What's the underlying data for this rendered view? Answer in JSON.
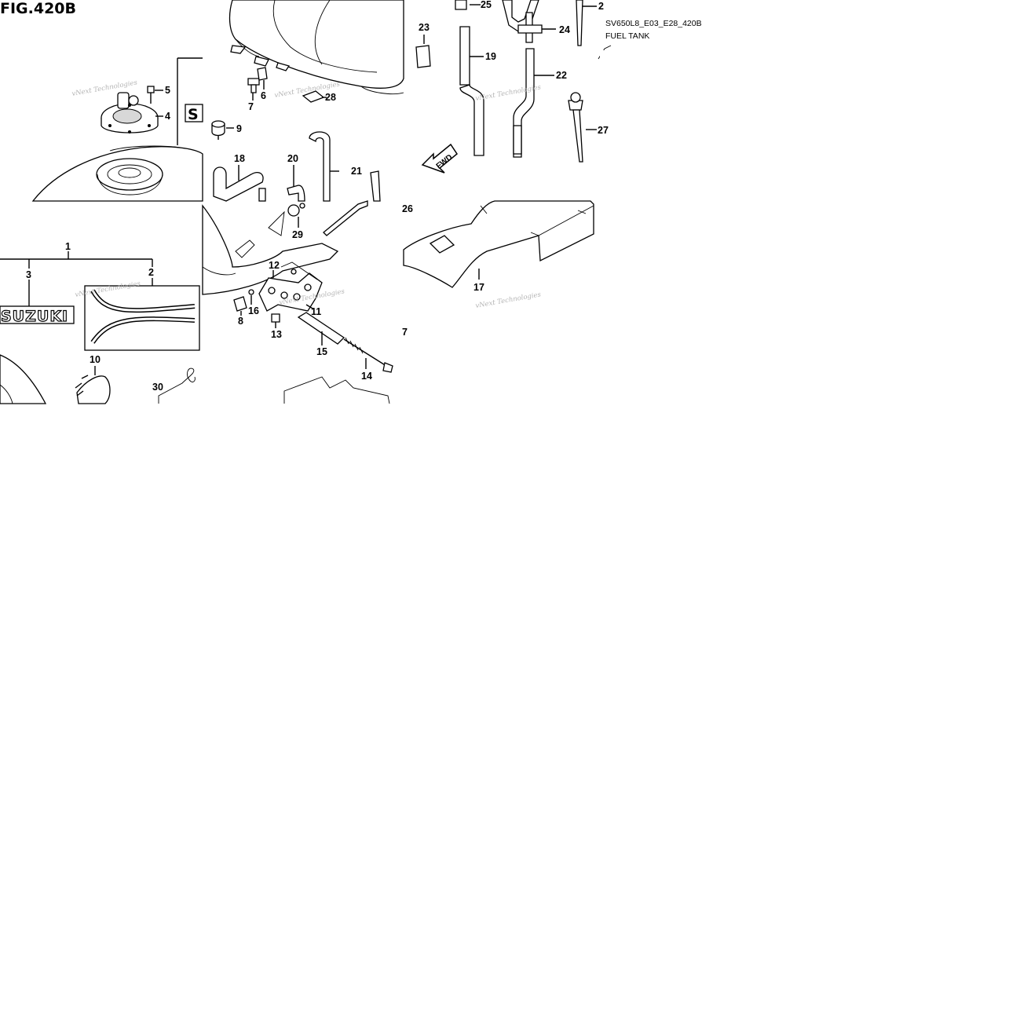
{
  "figure": {
    "title": "FIG.420B",
    "code": "SV650L8_E03_E28_420B",
    "name": "FUEL TANK",
    "direction_arrow": "FWD",
    "emblem_text": "SUZUKI",
    "watermark": "vNext Technologies"
  },
  "callouts": {
    "c1": "1",
    "c2": "2",
    "c3": "3",
    "c4": "4",
    "c5": "5",
    "c6": "6",
    "c7": "7",
    "c7b": "7",
    "c8": "8",
    "c9": "9",
    "c10": "10",
    "c11": "11",
    "c12": "12",
    "c13": "13",
    "c14": "14",
    "c15": "15",
    "c16": "16",
    "c17": "17",
    "c18": "18",
    "c19": "19",
    "c20": "20",
    "c21": "21",
    "c22": "22",
    "c23": "23",
    "c24": "24",
    "c25": "25",
    "c26": "26",
    "c27": "27",
    "c28": "28",
    "c29": "29",
    "c30": "30",
    "c2b": "2"
  }
}
